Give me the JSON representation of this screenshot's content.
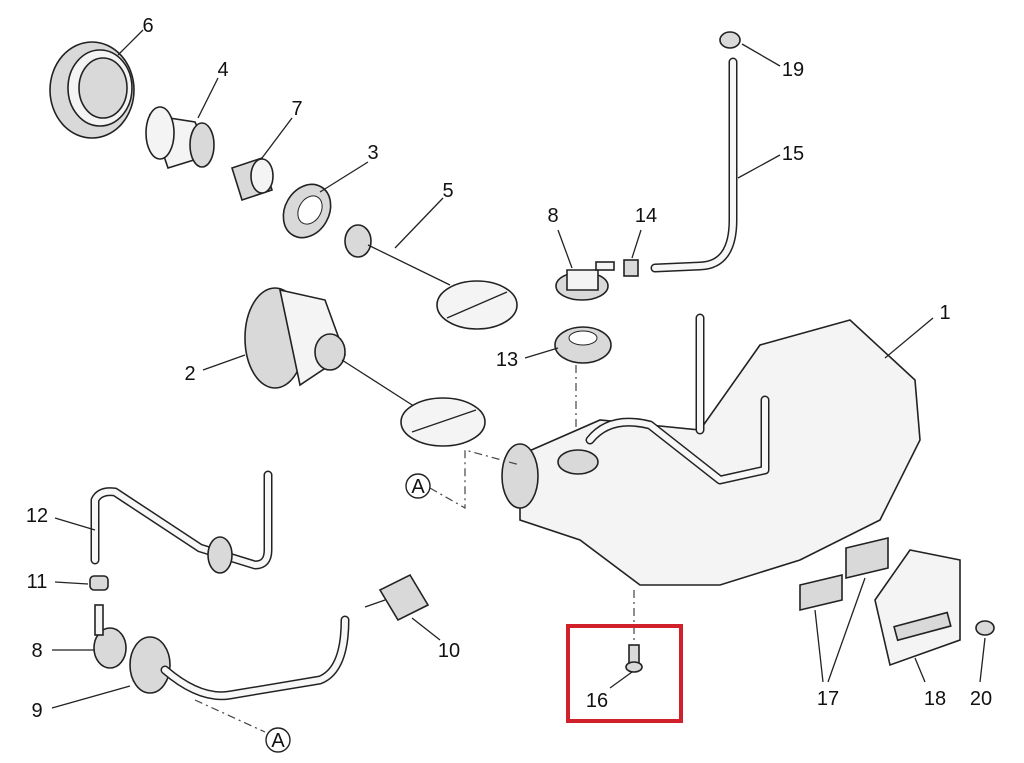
{
  "diagram": {
    "labels": {
      "p1": "1",
      "p2": "2",
      "p3": "3",
      "p4": "4",
      "p5": "5",
      "p6": "6",
      "p7": "7",
      "p8a": "8",
      "p8b": "8",
      "p9": "9",
      "p10": "10",
      "p11": "11",
      "p12": "12",
      "p13": "13",
      "p14": "14",
      "p15": "15",
      "p16": "16",
      "p17": "17",
      "p18": "18",
      "p19": "19",
      "p20": "20",
      "refA1": "A",
      "refA2": "A"
    },
    "highlight_color": "#d0202a",
    "highlighted_part": "16"
  }
}
